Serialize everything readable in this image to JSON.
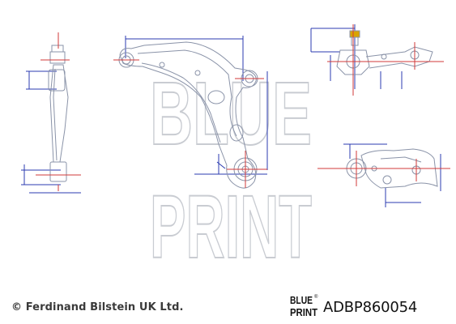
{
  "footer": {
    "copyright": "© Ferdinand Bilstein UK Ltd.",
    "part_number": "ADBP860054",
    "logo_text_line1": "BLUE",
    "logo_text_line2": "PRINT",
    "logo_mark": "®"
  },
  "watermark": {
    "line1": "BLUE",
    "line2": "PRINT"
  },
  "colors": {
    "drawing_line": "#8a93a8",
    "dimension_line": "#2b3bb0",
    "center_line": "#d23a3a",
    "watermark": "#c9ccd2",
    "highlight_bolt": "#d9a400"
  }
}
